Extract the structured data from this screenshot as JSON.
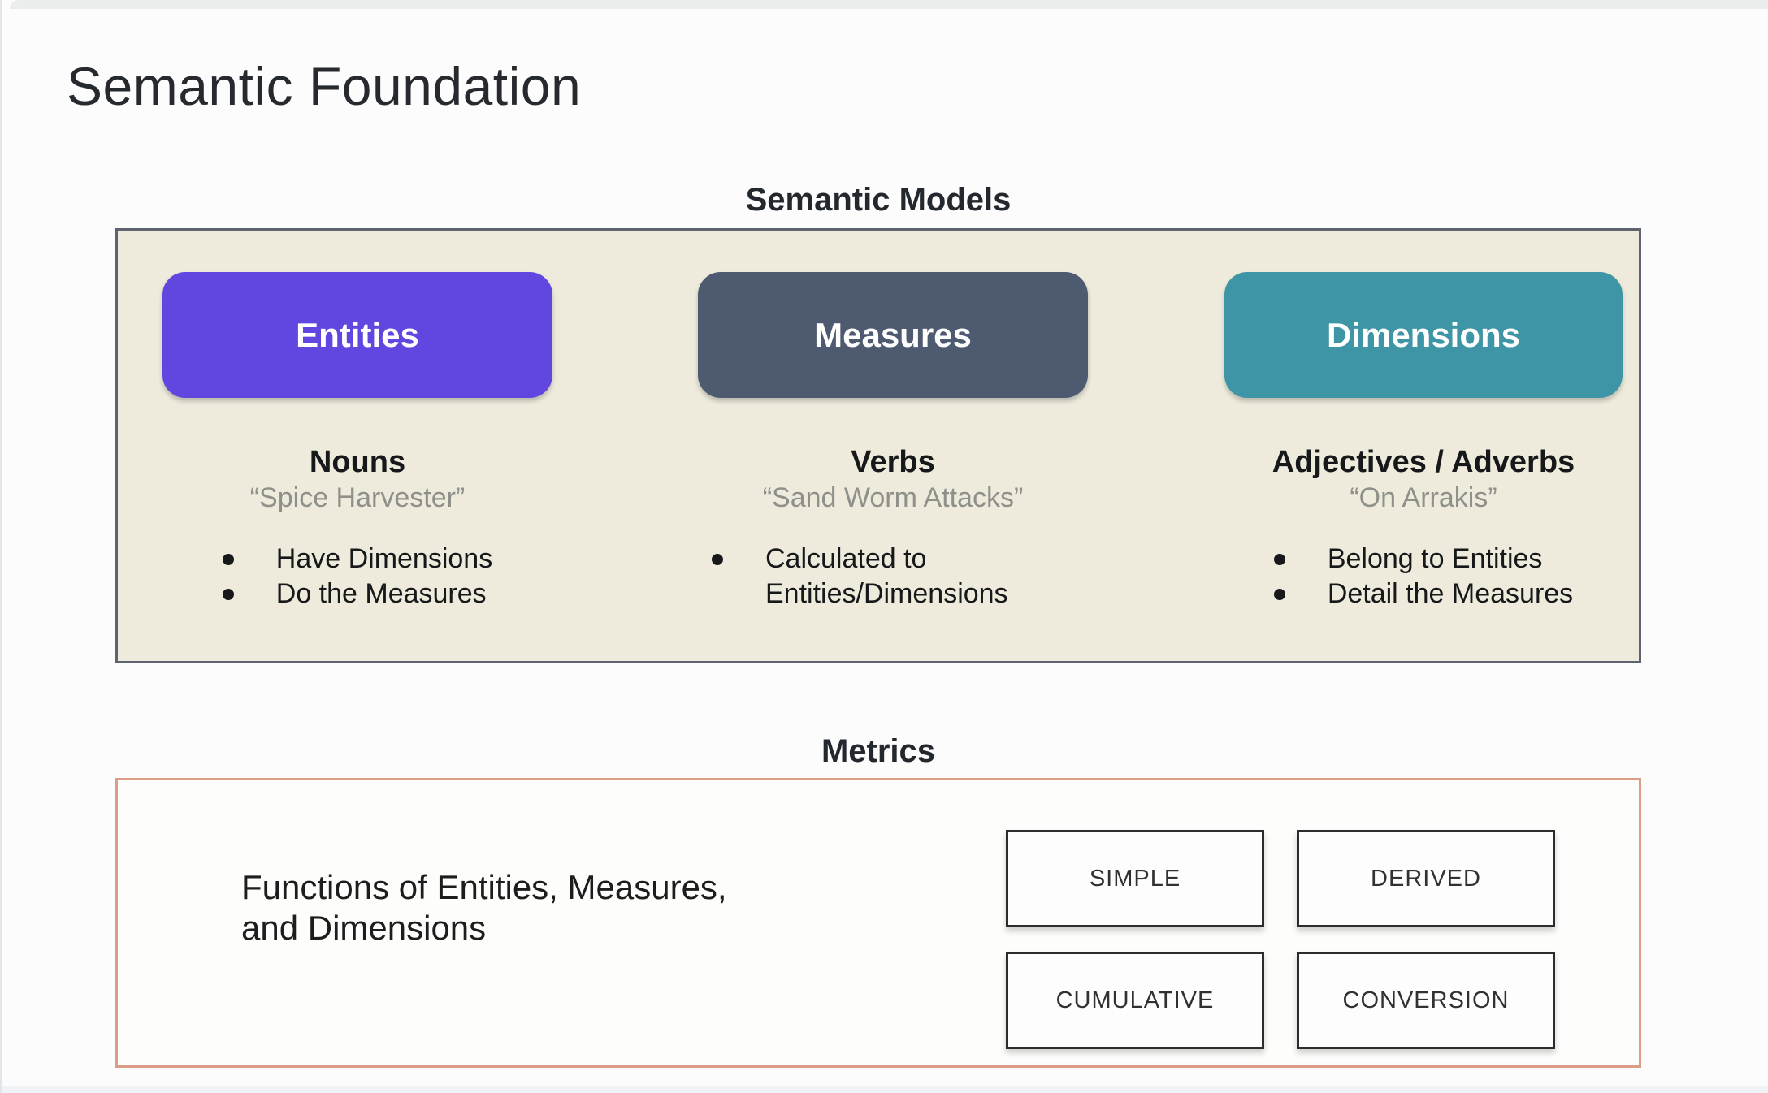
{
  "slide": {
    "title": "Semantic Foundation"
  },
  "semantic_models": {
    "label": "Semantic Models",
    "panel_bg_color": "#eeebdd",
    "panel_border_color": "#5d6470",
    "columns": [
      {
        "button": "Entities",
        "button_color": "#6246e0",
        "heading": "Nouns",
        "quote": "“Spice Harvester”",
        "bullets": [
          "Have Dimensions",
          "Do the Measures"
        ]
      },
      {
        "button": "Measures",
        "button_color": "#4d5a70",
        "heading": "Verbs",
        "quote": "“Sand Worm Attacks”",
        "bullets": [
          "Calculated to Entities/Dimensions"
        ]
      },
      {
        "button": "Dimensions",
        "button_color": "#3e95a5",
        "heading": "Adjectives / Adverbs",
        "quote": "“On Arrakis”",
        "bullets": [
          "Belong to Entities",
          "Detail the Measures"
        ]
      }
    ]
  },
  "metrics": {
    "label": "Metrics",
    "panel_border_color": "#dd9c86",
    "description": "Functions of Entities, Measures,\nand Dimensions",
    "types": [
      "SIMPLE",
      "DERIVED",
      "CUMULATIVE",
      "CONVERSION"
    ]
  }
}
